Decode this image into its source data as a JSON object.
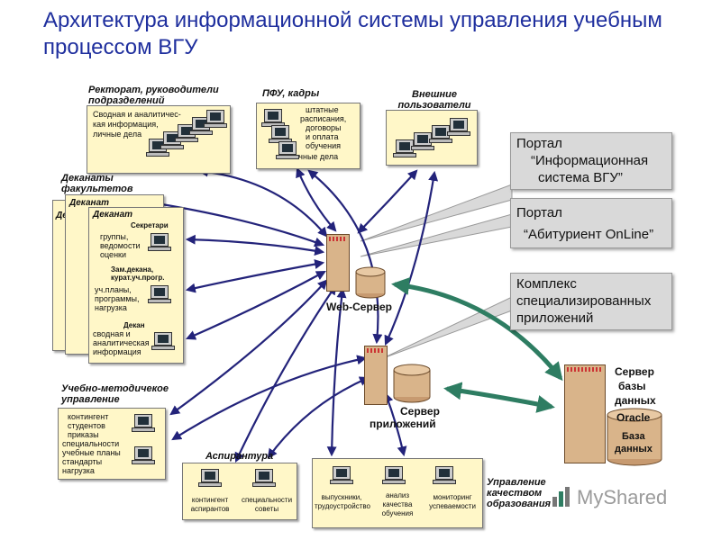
{
  "title": "Архитектура информационной системы управления учебным процессом ВГУ",
  "groups": {
    "rectorate": {
      "label": "Ректорат, руководители подразделений",
      "text": [
        "Сводная и аналитичес-",
        "кая информация,",
        "личные дела"
      ]
    },
    "pfu": {
      "label": "ПФУ, кадры",
      "text": [
        "штатные",
        "расписания,",
        "договоры",
        "и оплата",
        "обучения"
      ],
      "text2": "личные дела"
    },
    "external": {
      "label": "Внешние пользователи"
    },
    "deans": {
      "label": "Деканаты факультетов",
      "tab": "Деканат",
      "back1": "Деканат",
      "back2": "Де",
      "roles": [
        {
          "name": "Секретари",
          "text": [
            "группы,",
            "ведомости",
            "оценки"
          ]
        },
        {
          "name": "Зам.декана, курат.уч.прогр.",
          "text": [
            "уч.планы,",
            "программы,",
            "нагрузка"
          ]
        },
        {
          "name": "Декан",
          "text": [
            "сводная и",
            "аналитическая",
            "информация"
          ]
        }
      ]
    },
    "umu": {
      "label": "Учебно-методичекое управление",
      "text": [
        "контингент",
        "студентов",
        "приказы",
        "специальности",
        "учебные планы",
        "стандарты",
        "нагрузка"
      ]
    },
    "postgrad": {
      "label": "Аспирантура",
      "items": [
        "контингент аспирантов",
        "специальности советы"
      ]
    },
    "quality": {
      "label": "Управление качеством образования",
      "items": [
        "выпускники, трудоустройство",
        "анализ качества обучения",
        "мониторинг успеваемости"
      ]
    }
  },
  "callouts": [
    {
      "lines": [
        "Портал",
        "“Информационная",
        "система ВГУ”"
      ]
    },
    {
      "lines": [
        "Портал",
        "“Абитуриент OnLine”"
      ]
    },
    {
      "lines": [
        "Комплекс",
        "специализированных",
        "приложений"
      ]
    }
  ],
  "servers": {
    "web": "Web-Сервер",
    "app": [
      "Сервер",
      "приложений"
    ],
    "db": [
      "Сервер",
      "базы",
      "данных"
    ],
    "oracle": "Oracle",
    "database": [
      "База",
      "данных"
    ]
  },
  "watermark": "MyShared",
  "colors": {
    "arrow": "#23237a",
    "green": "#2e7d62",
    "box": "#fff7c8",
    "server": "#d9b48a",
    "title": "#1f2f9e"
  }
}
